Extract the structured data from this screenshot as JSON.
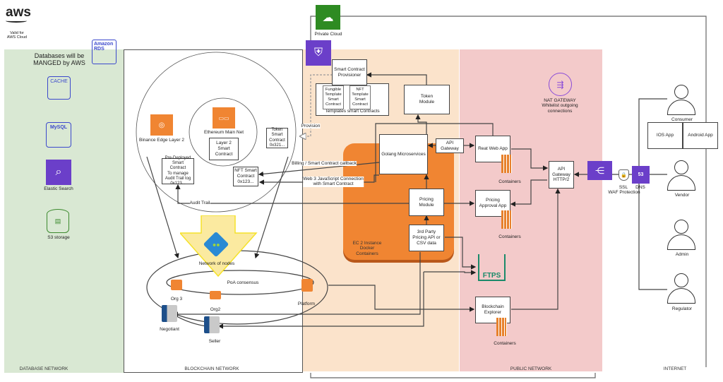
{
  "header": {
    "aws_logo": "aws",
    "valid_for": "Valid for\nAWS Cloud",
    "private_cloud": "Private Cloud"
  },
  "zones": {
    "database": "DATABASE NETWORK",
    "blockchain": "BLOCKCHAIN NETWORK",
    "public": "PUBLIC NETWORK",
    "internet": "INTERNET"
  },
  "database": {
    "title": "Databases will be\nMANGED by AWS",
    "rds": "Amazon\nRDS",
    "cache": "CACHE",
    "mysql": "MySQL",
    "elastic": "Elastic Search",
    "s3": "S3 storage"
  },
  "blockchain": {
    "binance": "Binance Edge Layer 2",
    "ethereum": "Ethereum Main Net",
    "layer2": "Layer 2\nSmart\nContract",
    "token_contract": "Token\nSmart\nContract\n0x321...",
    "predeployed": "Pre-Deployed\nSmart\nContract\nTo manage\nAudit Trail log\n0x123...",
    "nft_contract": "NFT Smart\nContract\n0x123...",
    "network_nodes": "Network of nodes",
    "poa": "PoA consensus",
    "org3": "Org 3",
    "org2": "Org2",
    "platform": "Platform",
    "negotiant": "Negotiant",
    "seller": "Seller"
  },
  "app": {
    "provisioner": "Smart Contract\nProvisioner",
    "fungible": "Fungible\nTemplate\nSmart\nContract",
    "nft_template": "NFT\nTemplate\nSmart\nContract",
    "templates": "Templates smart Contracts",
    "token_module": "Token\nModule",
    "golang": "Golang Microservices",
    "api_gateway": "API\nGateway",
    "ec2": "EC 2 Instance\nDocker\nContainers",
    "pricing_module": "Pricing\nModule",
    "third_party": "3rd Party\nPricing API or\nCSV data",
    "provision": "Provision",
    "billing": "Billing / Smart Contract callback",
    "web3": "Web 3 JavaScript Connection\nwith Smart Contract",
    "audit_trail": "Audit Trail"
  },
  "public": {
    "nat": "NAT GATEWAY\nWhitelist outgoing\nconnections",
    "react": "Reat Web App",
    "pricing_approval": "Pricing\nApproval  App",
    "api_gateway_http2": "API\nGateway\nHTTP/2",
    "ftps": "FTPS",
    "explorer": "Blockchain\nExplorer",
    "containers": "Containers",
    "ssl": "SSL",
    "dns": "DNS",
    "waf": "WAF Protection",
    "s3_badge": "53"
  },
  "internet": {
    "consumer": "Consumer",
    "ios": "IOS App",
    "android": "Android App",
    "vendor": "Vendor",
    "admin": "Admin",
    "regulator": "Regulator"
  },
  "colors": {
    "database_bg": "#d9e8d3",
    "app_bg": "#fbe3cb",
    "public_bg": "#f3caca",
    "aws_orange": "#f08532",
    "aws_purple": "#6b3fc9",
    "green": "#2e8b22"
  }
}
